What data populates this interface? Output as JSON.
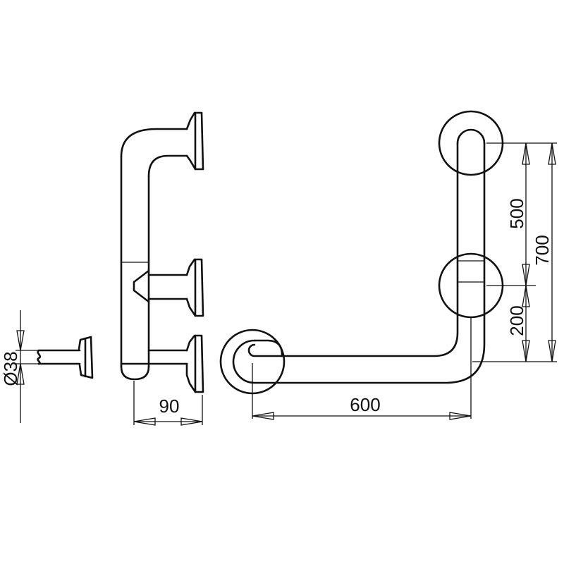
{
  "dimensions": {
    "tube_diameter": "Ø38",
    "projection_depth": "90",
    "horizontal_length": "600",
    "upper_vertical_length": "500",
    "lower_vertical_length": "200",
    "total_height": "700"
  }
}
